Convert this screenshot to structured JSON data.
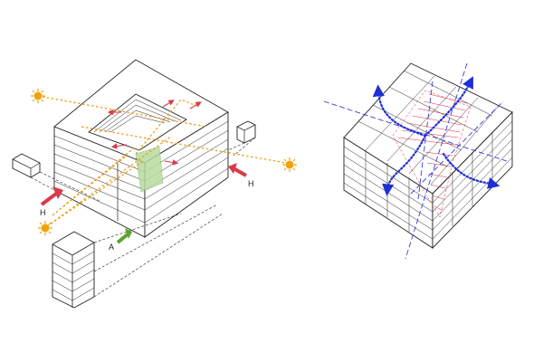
{
  "left_diagram": {
    "labels": {
      "wind_left": "H",
      "wind_right": "H",
      "access": "A"
    }
  },
  "colors": {
    "sun": "#f2a20c",
    "sun_path": "#e8a01a",
    "wind_arrow": "#d93a4a",
    "access_arrow": "#5aa428",
    "courtyard_green": "#b7dba0",
    "vent_arrow": "#1f2fd6",
    "axis_line": "#3b3bd9",
    "hatch": "#d8283a"
  },
  "icons": [
    "sun-icon",
    "wind-arrow-icon",
    "access-arrow-icon",
    "ventilation-arrow-icon"
  ]
}
